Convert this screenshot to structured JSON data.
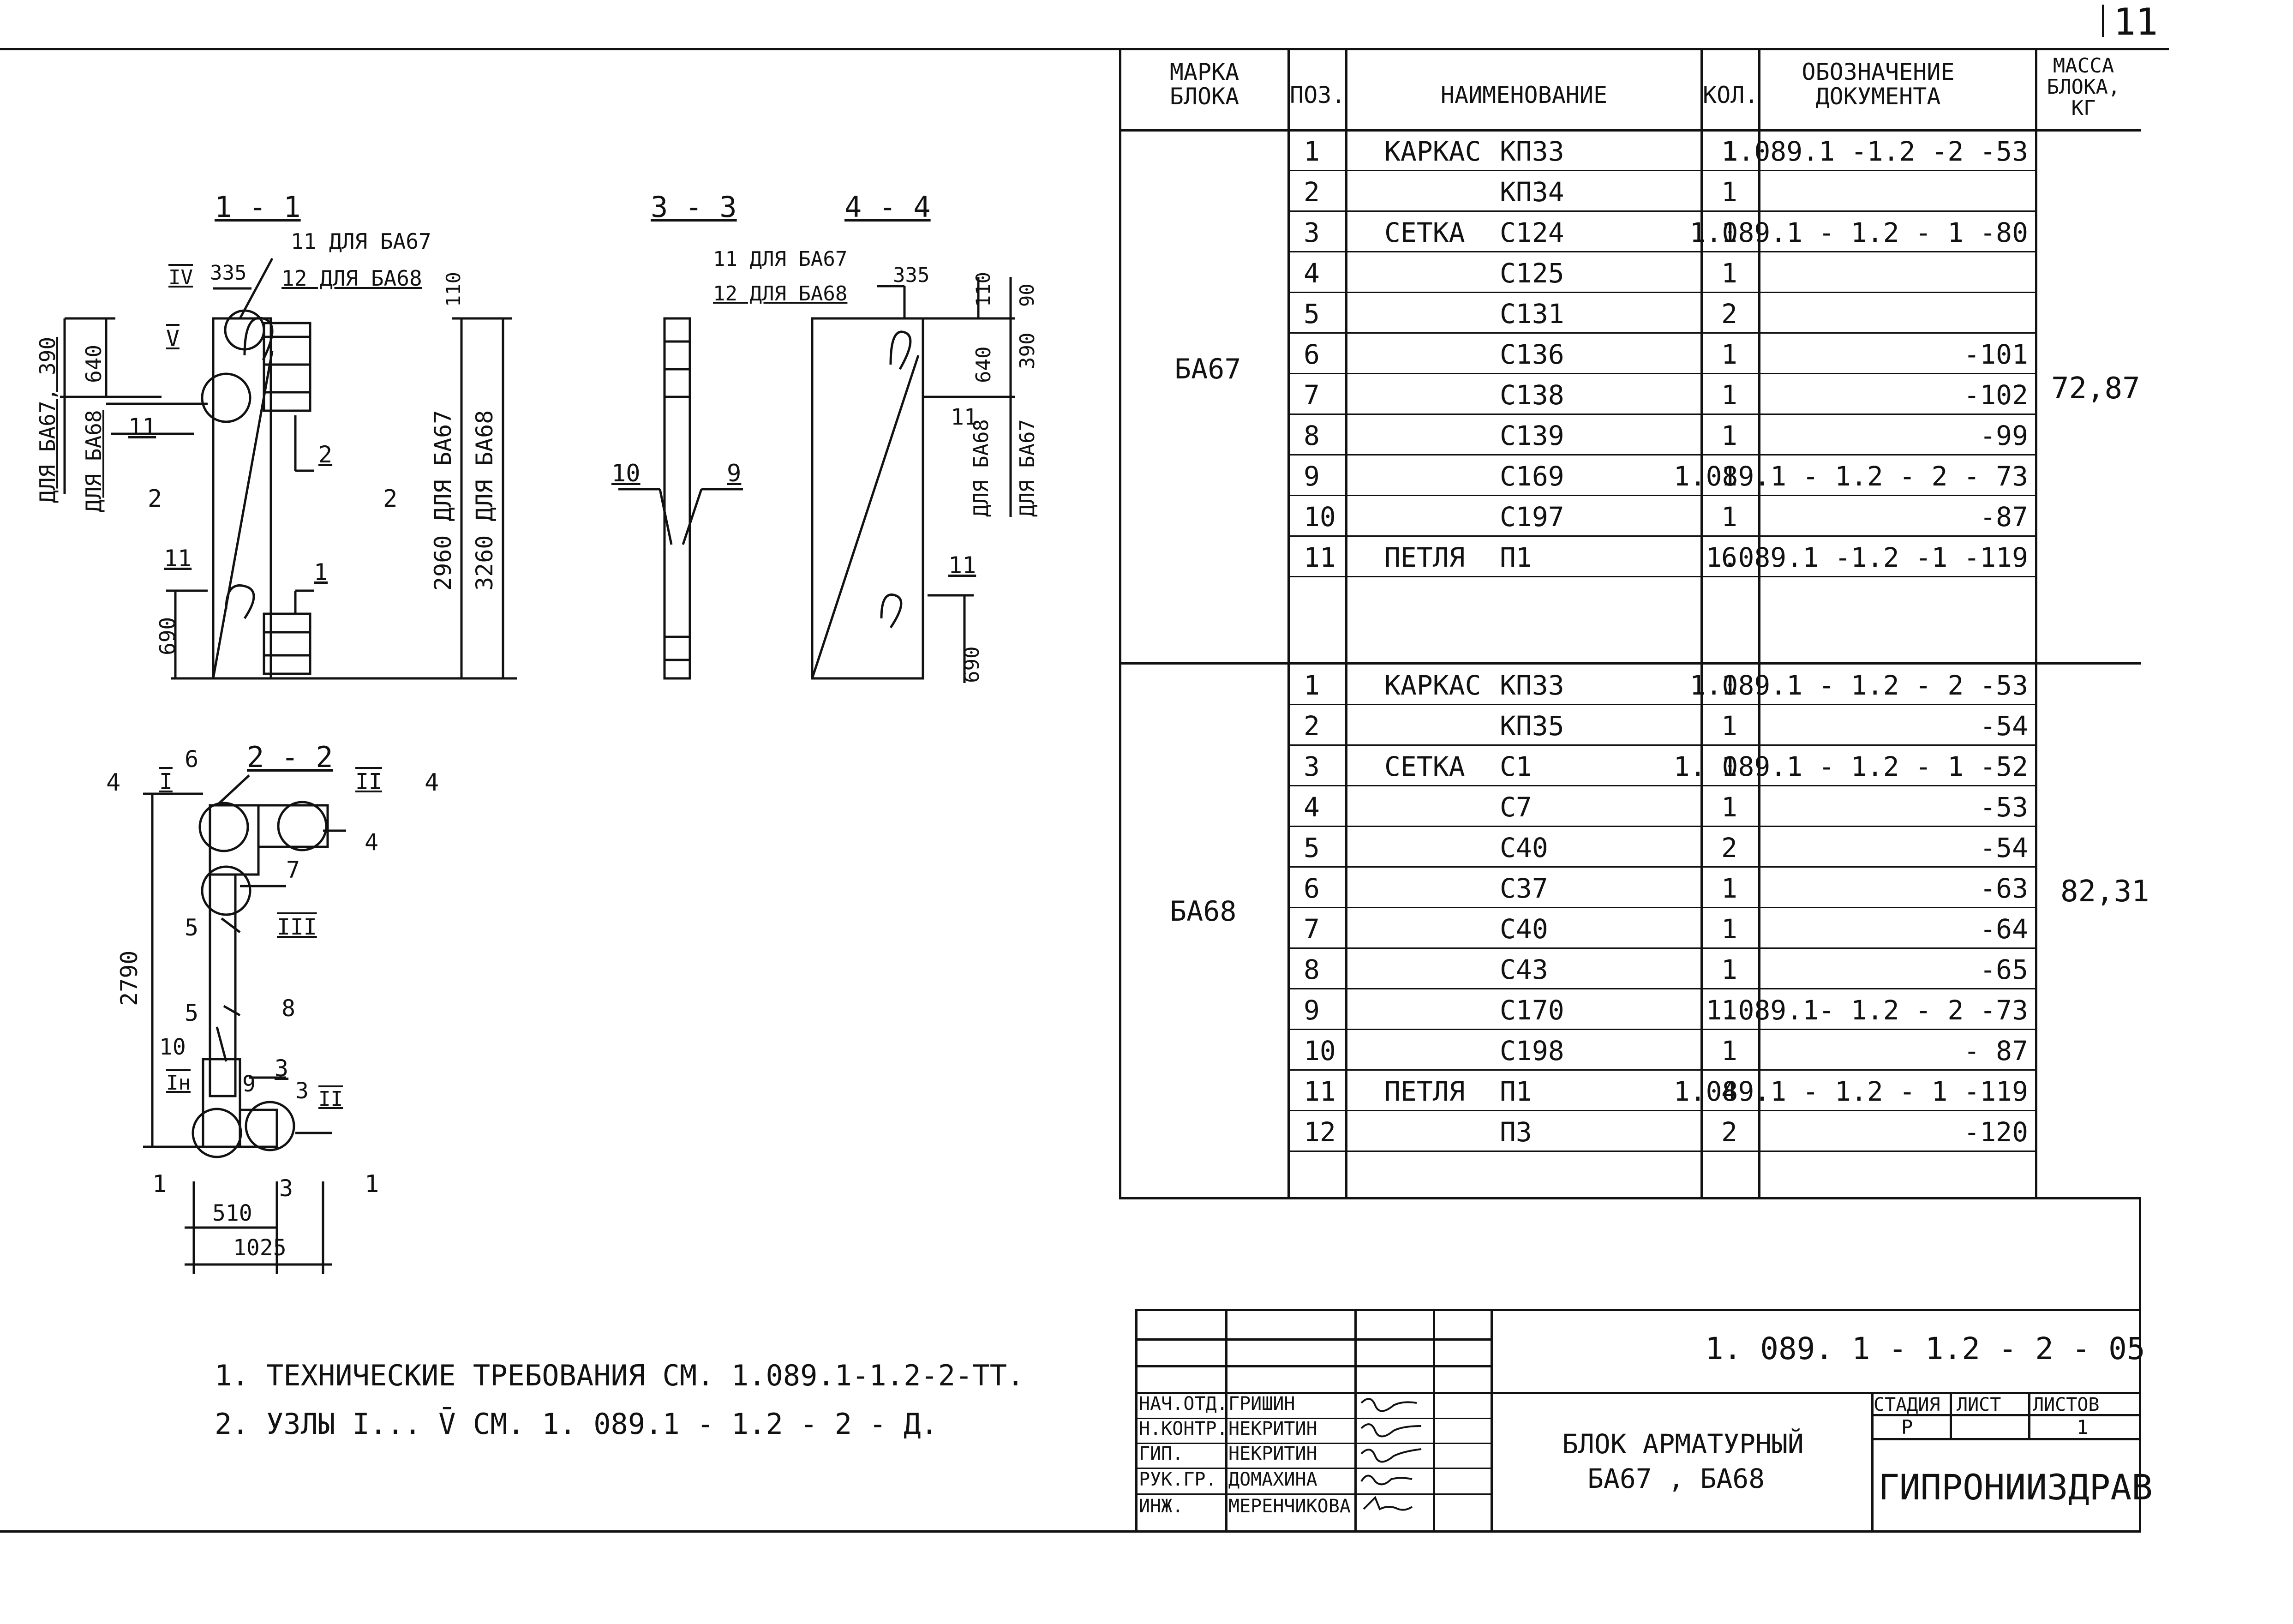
{
  "sheet": {
    "number": "11"
  },
  "sections": {
    "s1": "1 - 1",
    "s2": "2 - 2",
    "s3": "3 - 3",
    "s4": "4 - 4"
  },
  "drawing_labels": {
    "l11_ba67": "11 ДЛЯ БА67",
    "l12_ba68": "12 ДЛЯ БА68",
    "l11_ba67_b": "11 ДЛЯ БА67",
    "l12_ba68_b": "12 ДЛЯ БА68",
    "node_IV": "IV",
    "node_V": "V",
    "node_I": "I",
    "node_II": "II",
    "node_III": "III",
    "node_In": "Iн",
    "node_II_b": "II",
    "d335": "335",
    "d335_b": "335",
    "d110": "110",
    "d110_b": "110",
    "d90": "90",
    "d640": "640",
    "d640_b": "640",
    "d390": "390",
    "d390_b": "390",
    "dba67_390": "ДЛЯ БА67, 390",
    "dba68": "ДЛЯ БА68",
    "d2960": "2960 ДЛЯ БА67",
    "d3260": "3260 ДЛЯ БА68",
    "d690": "690",
    "d690_b": "690",
    "d2790": "2790",
    "d510": "510",
    "d1025": "1025",
    "d11_68": "11 БА68",
    "d_ba67": "ДЛЯ БА67",
    "d_ba68": "ДЛЯ БА68",
    "p1": "1",
    "p2": "2",
    "p3": "3",
    "p3b": "3",
    "p4": "4",
    "p5": "5",
    "p5b": "5",
    "p6": "6",
    "p7": "7",
    "p8": "8",
    "p9": "9",
    "p9b": "9",
    "p10": "10",
    "p10b": "10",
    "p11a": "11",
    "p11b": "11",
    "p11c": "11",
    "p11d": "11",
    "cut2a": "2",
    "cut2b": "2",
    "cut4a": "4",
    "cut4b": "4",
    "cut1a": "1",
    "cut1b": "1",
    "cut3": "3"
  },
  "notes": {
    "n1": "1. ТЕХНИЧЕСКИЕ ТРЕБОВАНИЯ СМ. 1.089.1-1.2-2-ТТ.",
    "n2": "2. УЗЛЫ I... V̄ СМ.   1. 089.1 - 1.2 - 2 - Д."
  },
  "spec": {
    "headers": {
      "mark": "МАРКА БЛОКА",
      "pos": "ПОЗ.",
      "name": "НАИМЕНОВАНИЕ",
      "qty": "КОЛ.",
      "doc": "ОБОЗНАЧЕНИЕ ДОКУМЕНТА",
      "mass": "МАССА БЛОКА, КГ"
    },
    "groups": [
      {
        "mark": "БА67",
        "mass": "72,87",
        "rows": [
          {
            "pos": "1",
            "type": "КАРКАС",
            "code": "КП33",
            "qty": "1",
            "doc": "1.089.1 -1.2 -2 -53"
          },
          {
            "pos": "2",
            "type": "",
            "code": "КП34",
            "qty": "1",
            "doc": ""
          },
          {
            "pos": "3",
            "type": "СЕТКА",
            "code": "С124",
            "qty": "1",
            "doc": "1.089.1 - 1.2 - 1 -80"
          },
          {
            "pos": "4",
            "type": "",
            "code": "С125",
            "qty": "1",
            "doc": ""
          },
          {
            "pos": "5",
            "type": "",
            "code": "С131",
            "qty": "2",
            "doc": ""
          },
          {
            "pos": "6",
            "type": "",
            "code": "С136",
            "qty": "1",
            "doc": "-101"
          },
          {
            "pos": "7",
            "type": "",
            "code": "С138",
            "qty": "1",
            "doc": "-102"
          },
          {
            "pos": "8",
            "type": "",
            "code": "С139",
            "qty": "1",
            "doc": "-99"
          },
          {
            "pos": "9",
            "type": "",
            "code": "С169",
            "qty": "1",
            "doc": "1.089.1 - 1.2 - 2 - 73"
          },
          {
            "pos": "10",
            "type": "",
            "code": "С197",
            "qty": "1",
            "doc": "-87"
          },
          {
            "pos": "11",
            "type": "ПЕТЛЯ",
            "code": "П1",
            "qty": "6",
            "doc": "1.089.1 -1.2 -1 -119"
          }
        ]
      },
      {
        "mark": "БА68",
        "mass": "82,31",
        "rows": [
          {
            "pos": "1",
            "type": "КАРКАС",
            "code": "КП33",
            "qty": "1",
            "doc": "1.089.1 - 1.2 - 2 -53"
          },
          {
            "pos": "2",
            "type": "",
            "code": "КП35",
            "qty": "1",
            "doc": "-54"
          },
          {
            "pos": "3",
            "type": "СЕТКА",
            "code": "С1",
            "qty": "1",
            "doc": "1. 089.1 - 1.2 - 1 -52"
          },
          {
            "pos": "4",
            "type": "",
            "code": "С7",
            "qty": "1",
            "doc": "-53"
          },
          {
            "pos": "5",
            "type": "",
            "code": "С40",
            "qty": "2",
            "doc": "-54"
          },
          {
            "pos": "6",
            "type": "",
            "code": "С37",
            "qty": "1",
            "doc": "-63"
          },
          {
            "pos": "7",
            "type": "",
            "code": "С40",
            "qty": "1",
            "doc": "-64"
          },
          {
            "pos": "8",
            "type": "",
            "code": "С43",
            "qty": "1",
            "doc": "-65"
          },
          {
            "pos": "9",
            "type": "",
            "code": "С170",
            "qty": "1",
            "doc": "1.089.1- 1.2 - 2 -73"
          },
          {
            "pos": "10",
            "type": "",
            "code": "С198",
            "qty": "1",
            "doc": "- 87"
          },
          {
            "pos": "11",
            "type": "ПЕТЛЯ",
            "code": "П1",
            "qty": "4",
            "doc": "1.089.1 - 1.2 - 1 -119"
          },
          {
            "pos": "12",
            "type": "",
            "code": "П3",
            "qty": "2",
            "doc": "-120"
          }
        ]
      }
    ]
  },
  "title_block": {
    "code": "1. 089. 1 - 1.2 - 2 - 05",
    "title_line1": "БЛОК АРМАТУРНЫЙ",
    "title_line2": "БА67 , БА68",
    "stage_h": "СТАДИЯ",
    "sheet_h": "ЛИСТ",
    "sheets_h": "ЛИСТОВ",
    "stage": "Р",
    "sheet": "",
    "sheets": "1",
    "org": "ГИПРОНИИЗДРАВ",
    "staff": [
      {
        "role": "НАЧ.ОТД.",
        "name": "ГРИШИН"
      },
      {
        "role": "Н.КОНТР.",
        "name": "НЕКРИТИН"
      },
      {
        "role": "ГИП.",
        "name": "НЕКРИТИН"
      },
      {
        "role": "РУК.ГР.",
        "name": "ДОМАХИНА"
      },
      {
        "role": "ИНЖ.",
        "name": "МЕРЕНЧИКОВА"
      }
    ]
  }
}
